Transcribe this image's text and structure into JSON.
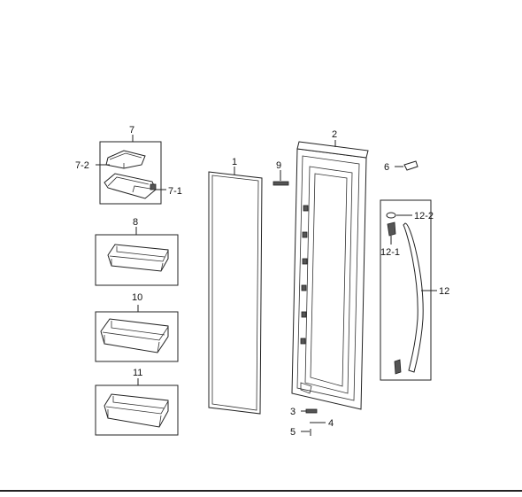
{
  "labels": {
    "p1": "1",
    "p2": "2",
    "p3": "3",
    "p4": "4",
    "p5": "5",
    "p6": "6",
    "p7": "7",
    "p7_1": "7-1",
    "p7_2": "7-2",
    "p8": "8",
    "p9": "9",
    "p10": "10",
    "p11": "11",
    "p12": "12",
    "p12_1": "12-1",
    "p12_2": "12-2"
  }
}
